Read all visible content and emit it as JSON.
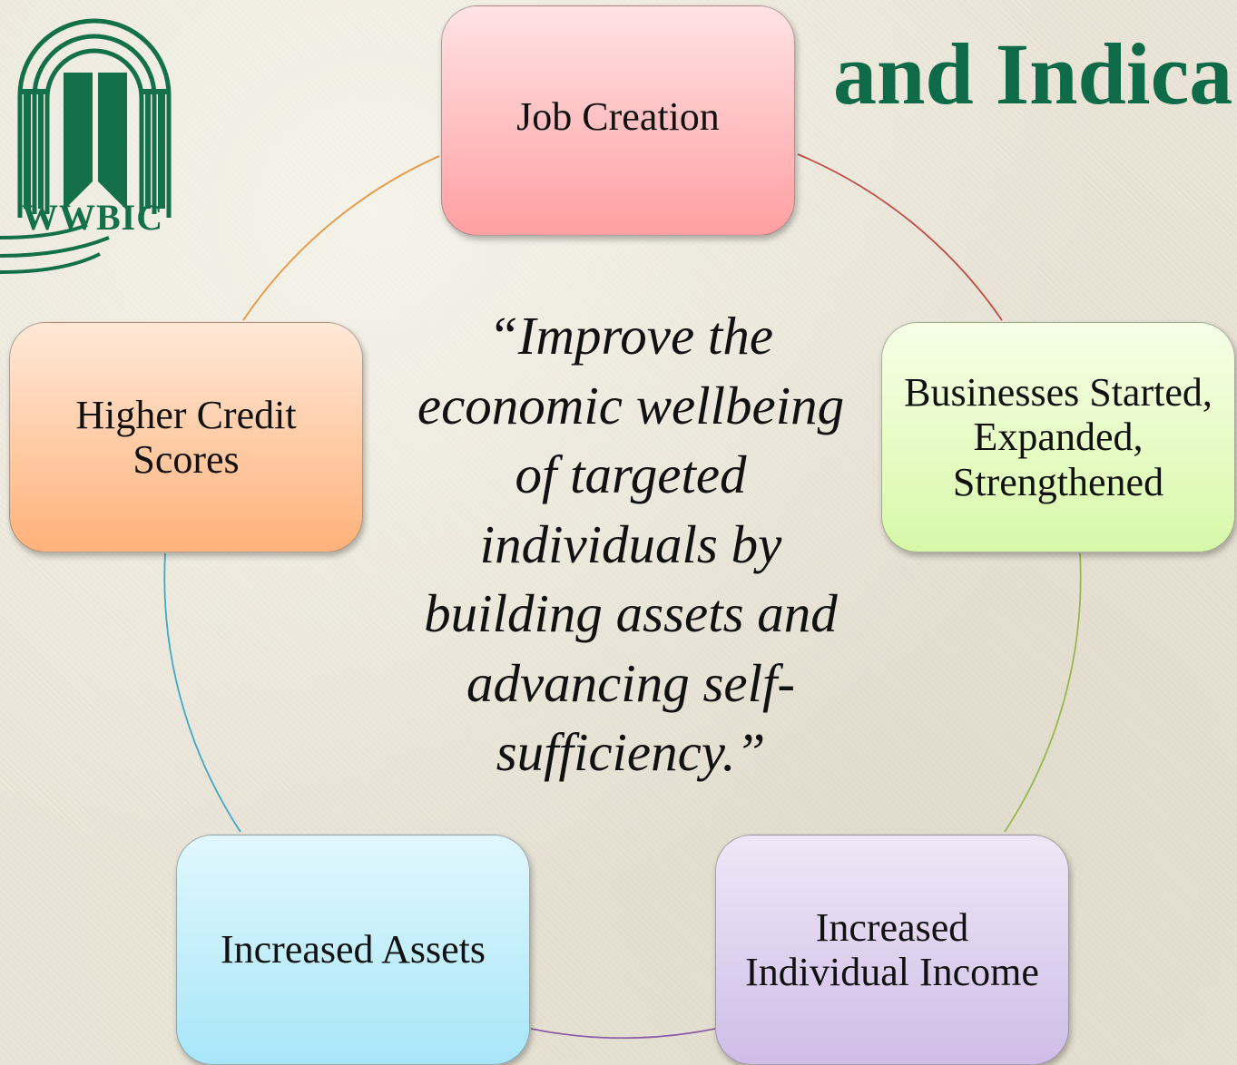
{
  "title": "and Indica",
  "colors": {
    "title": "#0f6a48",
    "logo": "#137049",
    "background": "#e9e4d6",
    "ring_segments": [
      "#c14a43",
      "#98b84f",
      "#8a5fa8",
      "#3fa9c9",
      "#e8963f"
    ]
  },
  "logo": {
    "text": "WWBIC",
    "icon": "arch-door-logo-icon"
  },
  "mission": {
    "text": "“Improve the economic wellbeing of targeted individuals by building assets and advancing self-sufficiency.”"
  },
  "cycle": {
    "nodes": [
      {
        "id": "job-creation",
        "label": "Job Creation",
        "color": "#ff9fa2"
      },
      {
        "id": "businesses",
        "label": "Businesses Started, Expanded, Strengthened",
        "color": "#d8f8a8"
      },
      {
        "id": "income",
        "label": "Increased Individual Income",
        "color": "#cfbde8"
      },
      {
        "id": "assets",
        "label": "Increased Assets",
        "color": "#a7e6f8"
      },
      {
        "id": "credit",
        "label": "Higher Credit Scores",
        "color": "#ffb27a"
      }
    ]
  }
}
